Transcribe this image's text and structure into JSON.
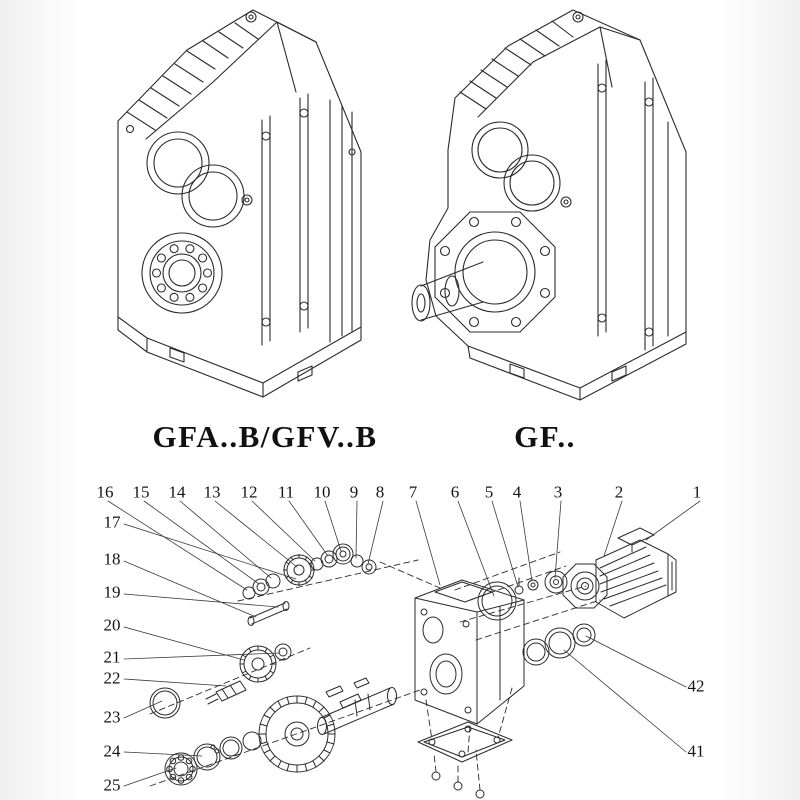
{
  "models": {
    "left_label": "GFA..B/GFV..B",
    "right_label": "GF.."
  },
  "callouts": {
    "top": [
      "16",
      "15",
      "14",
      "13",
      "12",
      "11",
      "10",
      "9",
      "8",
      "7",
      "6",
      "5",
      "4",
      "3",
      "2",
      "1"
    ],
    "left": [
      "17",
      "18",
      "19",
      "20",
      "21",
      "22",
      "23",
      "24",
      "25"
    ],
    "right": [
      "42",
      "41"
    ]
  },
  "colors": {
    "line": "#2b2b2b",
    "leader": "#3a3a3a",
    "background": "#ffffff",
    "page_edge": "#efefef",
    "text": "#111111"
  }
}
